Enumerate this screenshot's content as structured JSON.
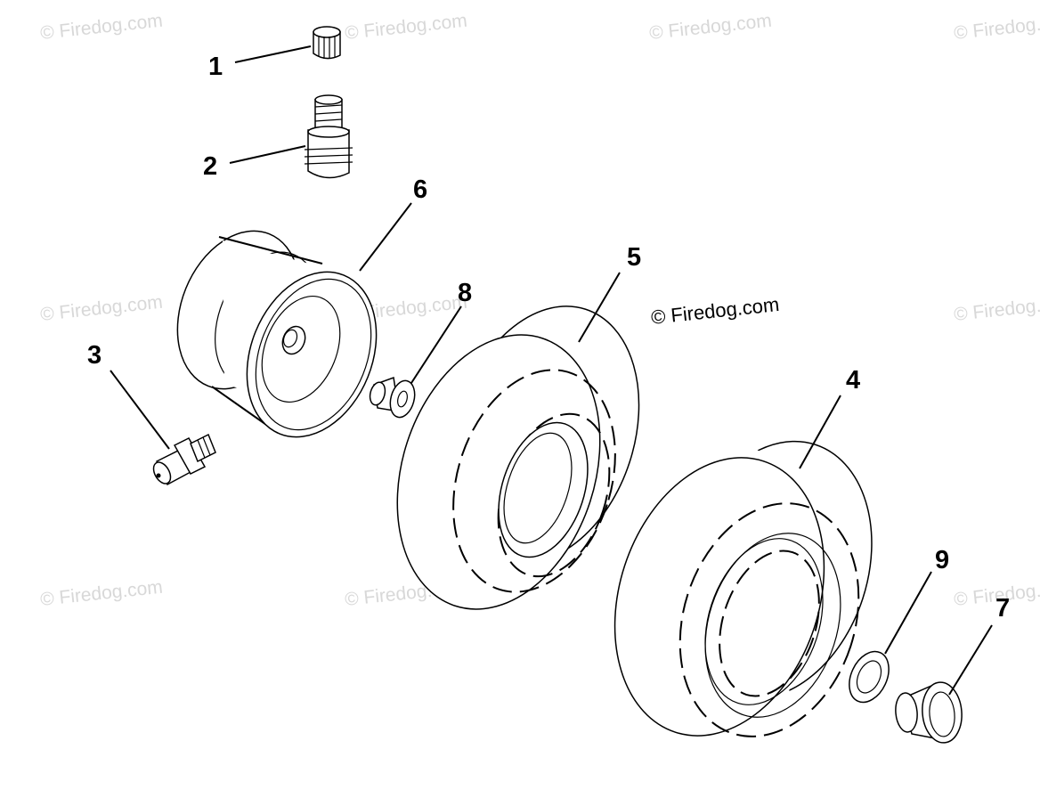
{
  "watermark": {
    "text": "© Firedog.com",
    "faint_color": "#d8d8d8",
    "main_color": "#000000"
  },
  "callouts": {
    "c1": "1",
    "c2": "2",
    "c3": "3",
    "c4": "4",
    "c5": "5",
    "c6": "6",
    "c7": "7",
    "c8": "8",
    "c9": "9"
  },
  "parts": [
    {
      "callout": "1",
      "icon": "valve-cap-icon"
    },
    {
      "callout": "2",
      "icon": "valve-stem-icon"
    },
    {
      "callout": "3",
      "icon": "grease-fitting-icon"
    },
    {
      "callout": "4",
      "icon": "tire-icon"
    },
    {
      "callout": "5",
      "icon": "tire-icon"
    },
    {
      "callout": "6",
      "icon": "wheel-rim-icon"
    },
    {
      "callout": "7",
      "icon": "cap-icon"
    },
    {
      "callout": "8",
      "icon": "bushing-icon"
    },
    {
      "callout": "9",
      "icon": "washer-icon"
    }
  ]
}
